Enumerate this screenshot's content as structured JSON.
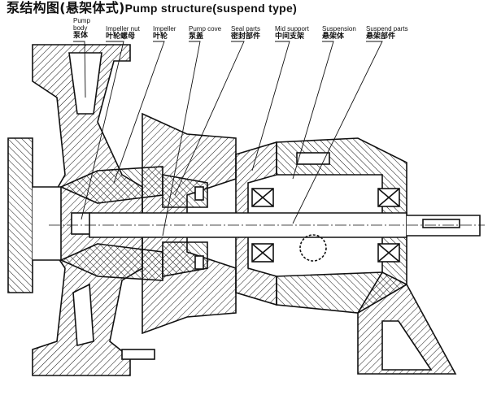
{
  "title": {
    "zh": "泵结构图(悬架体式)",
    "en": "Pump structure(suspend type)"
  },
  "labels": [
    {
      "en": "Pump body",
      "zh": "泵体"
    },
    {
      "en": "Impeller nut",
      "zh": "叶轮螺母"
    },
    {
      "en": "Impeller",
      "zh": "叶轮"
    },
    {
      "en": "Pump cove",
      "zh": "泵盖"
    },
    {
      "en": "Seal parts",
      "zh": "密封部件"
    },
    {
      "en": "Mid support",
      "zh": "中间支架"
    },
    {
      "en": "Suspension",
      "zh": "悬架体"
    },
    {
      "en": "Suspend parts",
      "zh": "悬架部件"
    }
  ]
}
